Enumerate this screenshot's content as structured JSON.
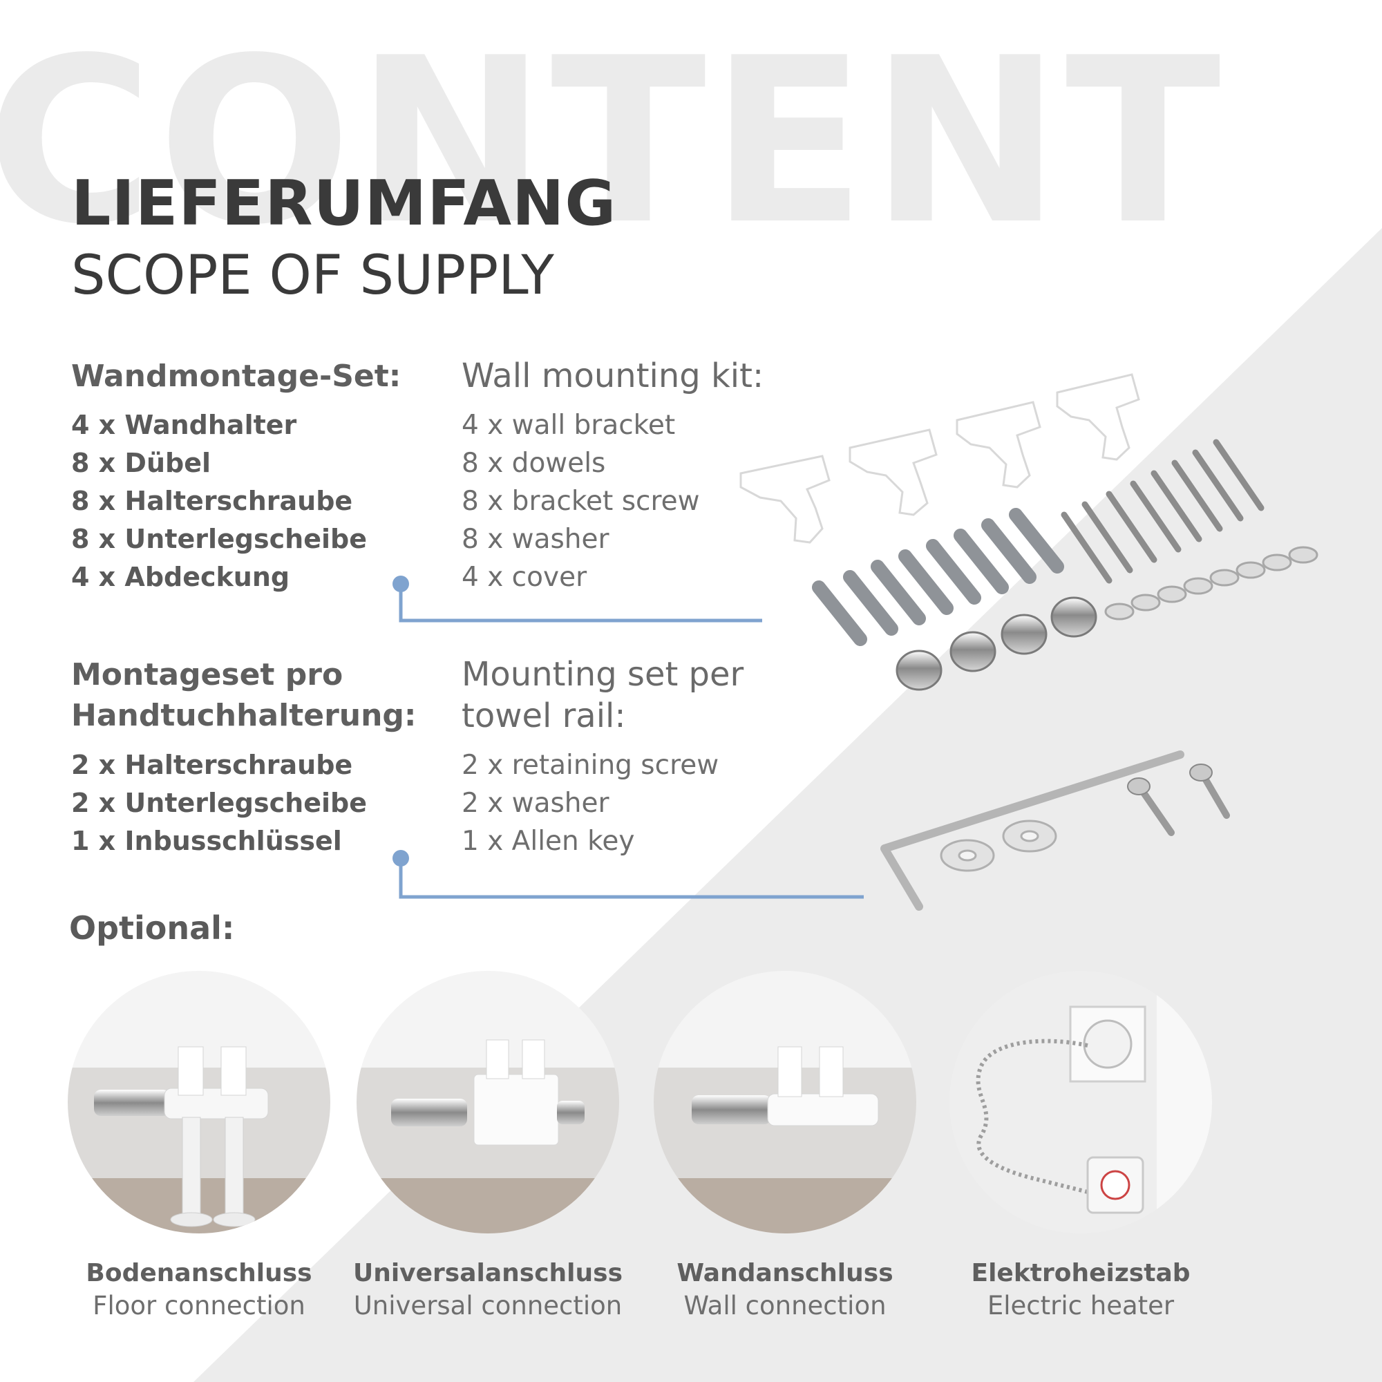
{
  "watermark": "CONTENT",
  "title": "LIEFERUMFANG",
  "subtitle": "SCOPE OF SUPPLY",
  "wall_kit": {
    "heading_de": "Wandmontage-Set:",
    "heading_en": "Wall mounting kit:",
    "items_de": [
      "4 x Wandhalter",
      "8 x Dübel",
      "8 x Halterschraube",
      "8 x Unterlegscheibe",
      "4 x Abdeckung"
    ],
    "items_en": [
      "4 x wall bracket",
      "8 x dowels",
      "8 x bracket screw",
      "8 x washer",
      "4 x cover"
    ]
  },
  "towel_kit": {
    "heading_de_line1": "Montageset pro",
    "heading_de_line2": "Handtuchhalterung:",
    "heading_en_line1": "Mounting set per",
    "heading_en_line2": "towel rail:",
    "items_de": [
      "2 x Halterschraube",
      "2 x Unterlegscheibe",
      "1 x Inbusschlüssel"
    ],
    "items_en": [
      "2 x retaining screw",
      "2 x washer",
      "1 x Allen key"
    ]
  },
  "optional": {
    "heading": "Optional:",
    "items": [
      {
        "de": "Bodenanschluss",
        "en": "Floor connection"
      },
      {
        "de": "Universalanschluss",
        "en": "Universal connection"
      },
      {
        "de": "Wandanschluss",
        "en": "Wall connection"
      },
      {
        "de": "Elektroheizstab",
        "en": "Electric heater"
      }
    ]
  },
  "colors": {
    "background": "#ffffff",
    "diagonal_band": "#ececec",
    "watermark": "#ebebeb",
    "heading": "#3a3a3a",
    "accent_line": "#7fa3cf"
  }
}
